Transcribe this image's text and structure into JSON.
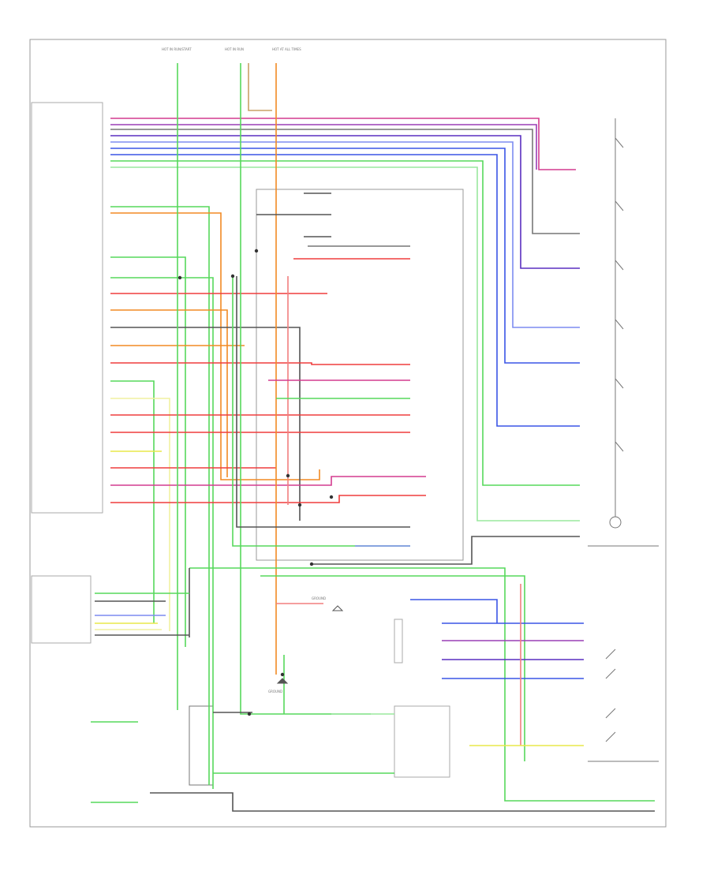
{
  "colors": {
    "pink": "#d43c8f",
    "purple": "#9a3fb5",
    "violet": "#5a2fc0",
    "blue": "#3a55e6",
    "ltblue": "#7d8cf0",
    "green": "#56d85b",
    "ltgreen": "#9ae89e",
    "red": "#ef3d3d",
    "salmon": "#f27f7f",
    "orange": "#f28a24",
    "yellow": "#e8e84a",
    "ltyellow": "#f1f1a0",
    "gray": "#777777",
    "dkgray": "#555555",
    "tan": "#caa067",
    "black": "#333333"
  },
  "fuse_box": {
    "labels": [
      "HOT IN RUN/START",
      "HOT IN RUN",
      "HOT AT ALL TIMES"
    ]
  },
  "grounds": [
    "GROUND",
    "GROUND"
  ]
}
